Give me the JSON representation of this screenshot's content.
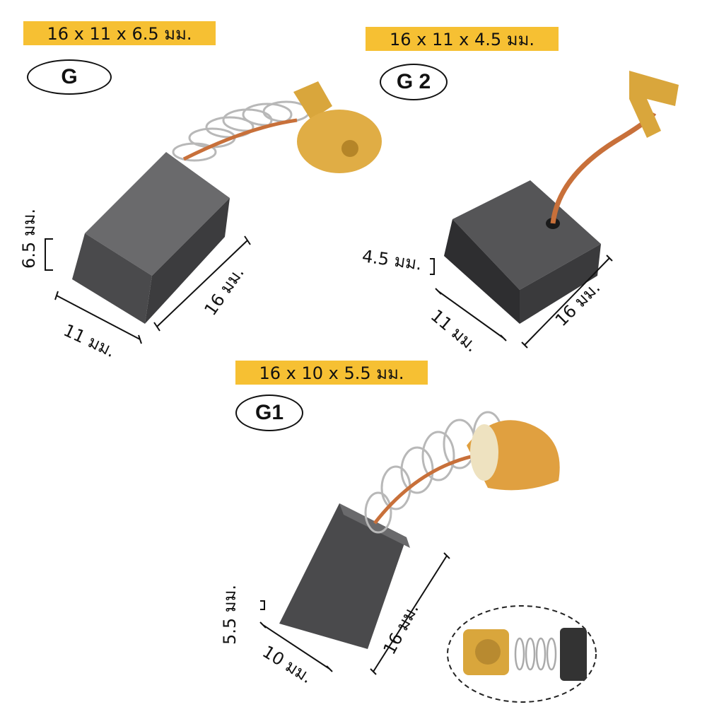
{
  "products": [
    {
      "model": "G",
      "size_label": "16 x 11 x 6.5 มม.",
      "thickness": "6.5 มม.",
      "width": "11 มม.",
      "length": "16 มม."
    },
    {
      "model": "G 2",
      "size_label": "16 x 11 x 4.5 มม.",
      "thickness": "4.5 มม.",
      "width": "11 มม.",
      "length": "16 มม."
    },
    {
      "model": "G1",
      "size_label": "16 x 10 x 5.5 มม.",
      "thickness": "5.5 มม.",
      "width": "10 มม.",
      "length": "16 มม."
    }
  ],
  "colors": {
    "banner": "#f6c033",
    "carbon": "#4a4a4c",
    "copper": "#c8703a",
    "brass": "#d9a63c"
  }
}
